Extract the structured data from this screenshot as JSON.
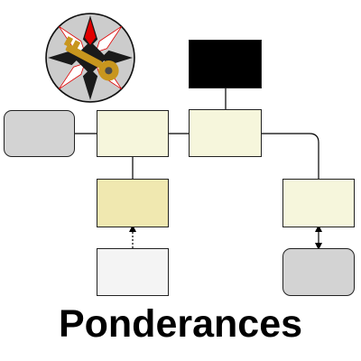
{
  "caption": {
    "text": "Ponderances"
  },
  "logo": {
    "icon": "compass-rose-key-icon",
    "colors": {
      "circle": "#cccccc",
      "star_dark": "#1a1a1a",
      "star_light": "#ffffff",
      "star_accent": "#e00000",
      "key": "#c8961e"
    }
  },
  "diagram": {
    "nodes": [
      {
        "id": "black-box",
        "fill": "#000000",
        "shape": "square-corners"
      },
      {
        "id": "grey-left",
        "fill": "#d3d3d3",
        "shape": "rounded"
      },
      {
        "id": "cream-left",
        "fill": "#f6f6dc",
        "shape": "square-corners"
      },
      {
        "id": "cream-center",
        "fill": "#f6f6dc",
        "shape": "square-corners"
      },
      {
        "id": "tan-box",
        "fill": "#f0e8b0",
        "shape": "square-corners"
      },
      {
        "id": "cream-right",
        "fill": "#f6f6dc",
        "shape": "square-corners"
      },
      {
        "id": "white-box",
        "fill": "#f4f4f4",
        "shape": "square-corners"
      },
      {
        "id": "grey-bottom-right",
        "fill": "#d3d3d3",
        "shape": "rounded"
      }
    ],
    "connectors": [
      {
        "from": "black-box",
        "to": "cream-center",
        "style": "solid"
      },
      {
        "from": "grey-left",
        "to": "cream-left",
        "style": "solid"
      },
      {
        "from": "cream-left",
        "to": "cream-center",
        "style": "solid"
      },
      {
        "from": "cream-left",
        "to": "tan-box",
        "style": "solid"
      },
      {
        "from": "cream-center",
        "to": "cream-right",
        "style": "solid"
      },
      {
        "from": "white-box",
        "to": "tan-box",
        "style": "dotted-arrow"
      },
      {
        "from": "cream-right",
        "to": "grey-bottom-right",
        "style": "double-arrow"
      }
    ]
  }
}
